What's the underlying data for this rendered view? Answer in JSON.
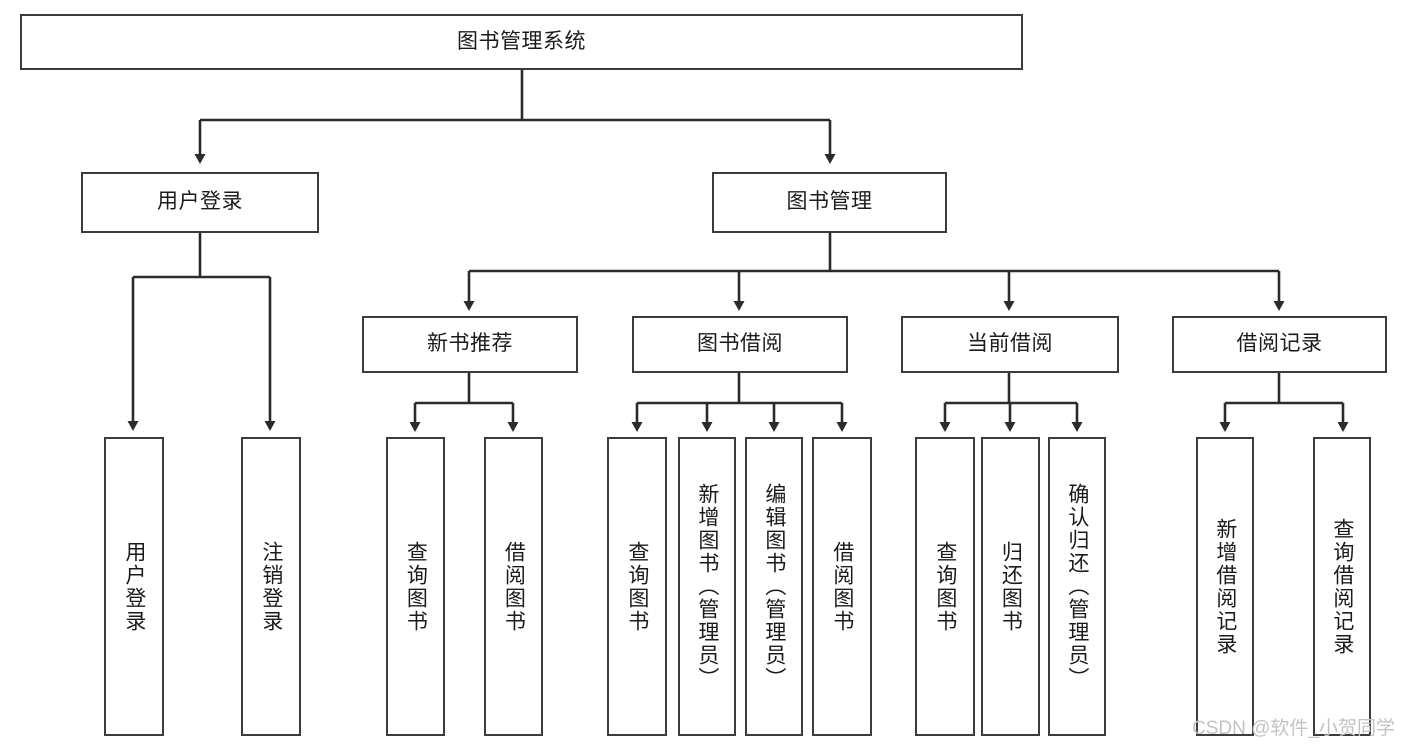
{
  "diagram": {
    "title": "图书管理系统",
    "type": "hierarchy-tree",
    "watermark": "CSDN @软件_小贺同学",
    "colors": {
      "border": "#3c3c3c",
      "fill": "#ffffff",
      "text": "#1b1b1b",
      "connector": "#2b2b2b",
      "watermark": "#c3c3c3"
    },
    "nodes": {
      "root": {
        "label": "图书管理系统"
      },
      "level2": [
        {
          "id": "user-login",
          "label": "用户登录"
        },
        {
          "id": "book-manage",
          "label": "图书管理"
        }
      ],
      "level3": [
        {
          "id": "new-book-recommend",
          "label": "新书推荐"
        },
        {
          "id": "book-borrow",
          "label": "图书借阅"
        },
        {
          "id": "current-borrow",
          "label": "当前借阅"
        },
        {
          "id": "borrow-record",
          "label": "借阅记录"
        }
      ],
      "leaves": {
        "user_login": [
          {
            "id": "leaf-user-login",
            "label": "用户登录"
          },
          {
            "id": "leaf-logout-login",
            "label": "注销登录"
          }
        ],
        "new_book_recommend": [
          {
            "id": "leaf-query-book-1",
            "label": "查询图书"
          },
          {
            "id": "leaf-borrow-book-1",
            "label": "借阅图书"
          }
        ],
        "book_borrow": [
          {
            "id": "leaf-query-book-2",
            "label": "查询图书"
          },
          {
            "id": "leaf-add-book",
            "label": "新增图书（管理员）"
          },
          {
            "id": "leaf-edit-book",
            "label": "编辑图书（管理员）"
          },
          {
            "id": "leaf-borrow-book-2",
            "label": "借阅图书"
          }
        ],
        "current_borrow": [
          {
            "id": "leaf-query-book-3",
            "label": "查询图书"
          },
          {
            "id": "leaf-return-book",
            "label": "归还图书"
          },
          {
            "id": "leaf-confirm-return",
            "label": "确认归还（管理员）"
          }
        ],
        "borrow_record": [
          {
            "id": "leaf-add-record",
            "label": "新增借阅记录"
          },
          {
            "id": "leaf-query-record",
            "label": "查询借阅记录"
          }
        ]
      }
    }
  }
}
